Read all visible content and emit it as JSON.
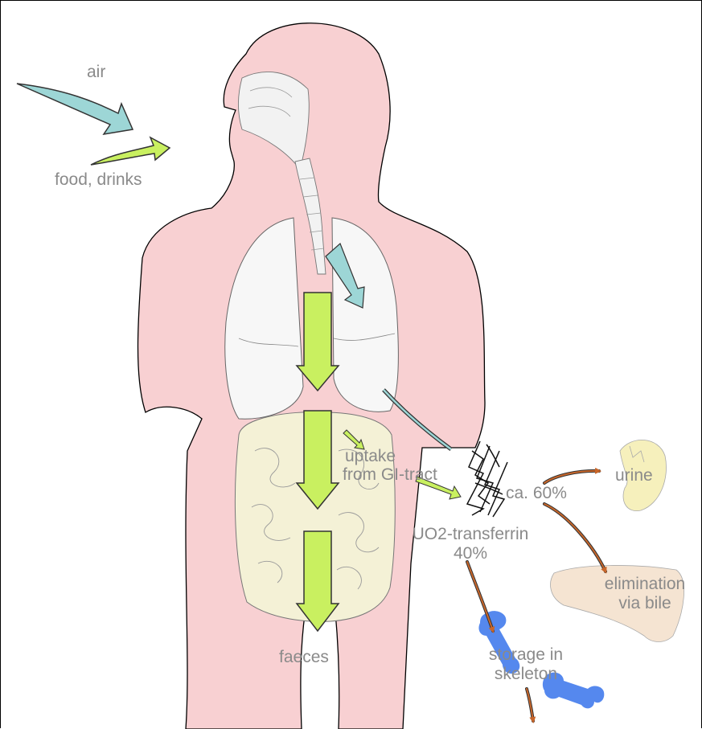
{
  "labels": {
    "air": "air",
    "food": "food, drinks",
    "uptake_line1": "uptake",
    "uptake_line2": "from GI-tract",
    "ca": "ca. 60%",
    "urine": "urine",
    "transferrin_line1": "UO2-transferrin",
    "transferrin_line2": "40%",
    "elimination_line1": "elimination",
    "elimination_line2": "via bile",
    "faeces": "faeces",
    "storage_line1": "storage in",
    "storage_line2": "skeleton"
  },
  "colors": {
    "body": "#f8d0d2",
    "lungs": "#f7f7f7",
    "intestine": "#f4f1d6",
    "air_arrow": "#9dd6d6",
    "food_arrow": "#c9f060",
    "flow_arrow": "#c8662a",
    "liver": "#f5e4d2",
    "kidney": "#f6f0bc",
    "bone": "#5588ee",
    "label": "#8a8a8a"
  }
}
